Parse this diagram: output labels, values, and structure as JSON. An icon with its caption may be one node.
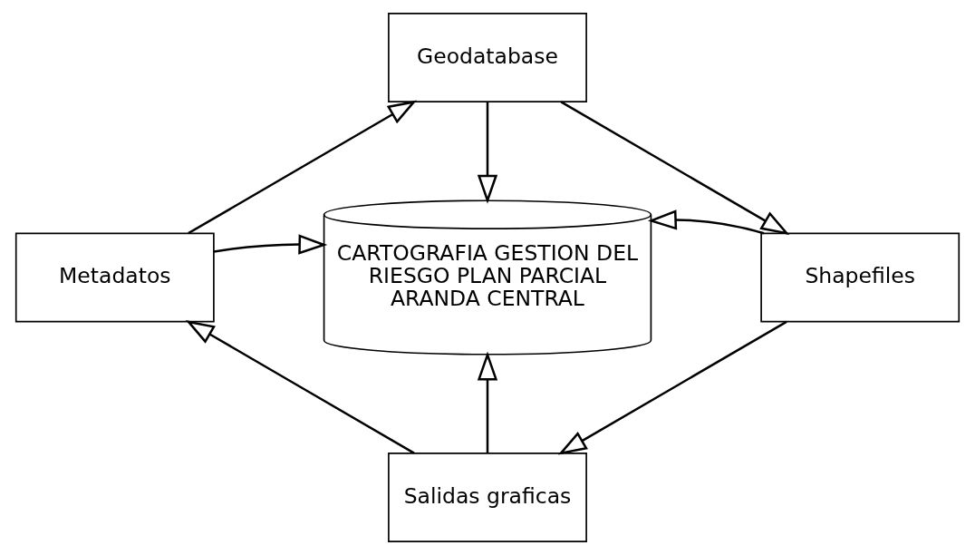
{
  "diagram": {
    "nodes": [
      {
        "text": [
          "Geodatabase"
        ]
      },
      {
        "text": [
          "CARTOGRAFIA GESTION DEL RIESGO PLAN PARCIAL ARANDA CENTRAL"
        ]
      },
      {
        "text": [
          "Metadatos"
        ]
      },
      {
        "text": [
          "Shapefiles"
        ]
      },
      {
        "text": [
          "Salidas graficas"
        ]
      }
    ],
    "edges": [
      {
        "from": 0,
        "to": 1,
        "arrow": "to"
      },
      {
        "from": 2,
        "to": 1,
        "arrow": "to"
      },
      {
        "from": 3,
        "to": 1,
        "arrow": "to"
      },
      {
        "from": 4,
        "to": 1,
        "arrow": "to"
      },
      {
        "from": 2,
        "to": 0,
        "arrow": "to"
      },
      {
        "from": 0,
        "to": 3,
        "arrow": "to"
      },
      {
        "from": 3,
        "to": 4,
        "arrow": "to"
      },
      {
        "from": 4,
        "to": 2,
        "arrow": "to"
      }
    ]
  }
}
